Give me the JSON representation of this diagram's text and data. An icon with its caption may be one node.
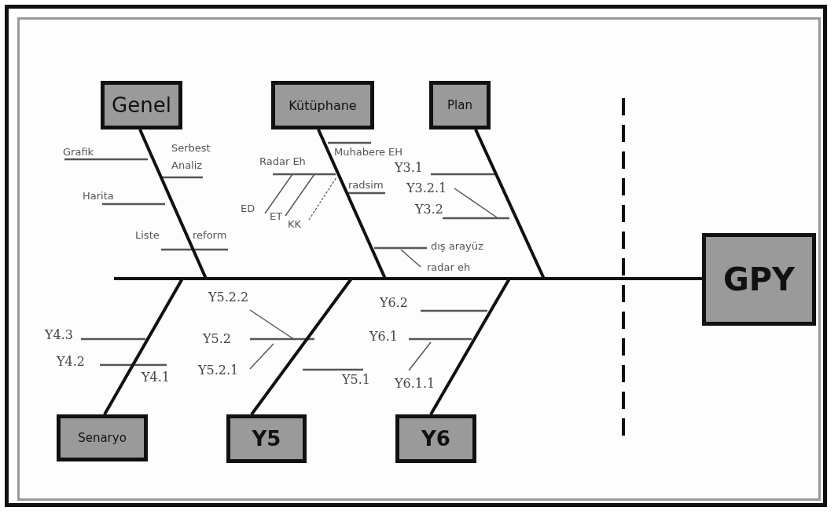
{
  "diagram": {
    "nodes": [
      {
        "text": [
          "Genel"
        ]
      },
      {
        "text": [
          "Kütüphane"
        ]
      },
      {
        "text": [
          "Plan"
        ]
      },
      {
        "text": [
          "Senaryo"
        ]
      },
      {
        "text": [
          "Y5"
        ]
      },
      {
        "text": [
          "Y6"
        ]
      },
      {
        "text": [
          "GPY"
        ]
      }
    ],
    "edges": [
      {
        "from": 0,
        "to": 6,
        "arrow": "none"
      },
      {
        "from": 1,
        "to": 6,
        "arrow": "none"
      },
      {
        "from": 2,
        "to": 6,
        "arrow": "none"
      },
      {
        "from": 3,
        "to": 6,
        "arrow": "none"
      },
      {
        "from": 4,
        "to": 6,
        "arrow": "none"
      },
      {
        "from": 5,
        "to": 6,
        "arrow": "none"
      }
    ],
    "labels": [
      "Grafik",
      "Serbest Analiz",
      "Muhabere EH",
      "Radar Eh",
      "Y3.1",
      "Harita",
      "radsim",
      "Y3.2.1",
      "ED",
      "ET",
      "KK",
      "Y3.2",
      "Liste",
      "reform",
      "dış arayüz",
      "radar eh",
      "Y5.2.2",
      "Y6.2",
      "Y4.3",
      "Y5.2",
      "Y6.1",
      "Y4.2",
      "Y4.1",
      "Y5.2.1",
      "Y5.1",
      "Y6.1.1"
    ]
  }
}
